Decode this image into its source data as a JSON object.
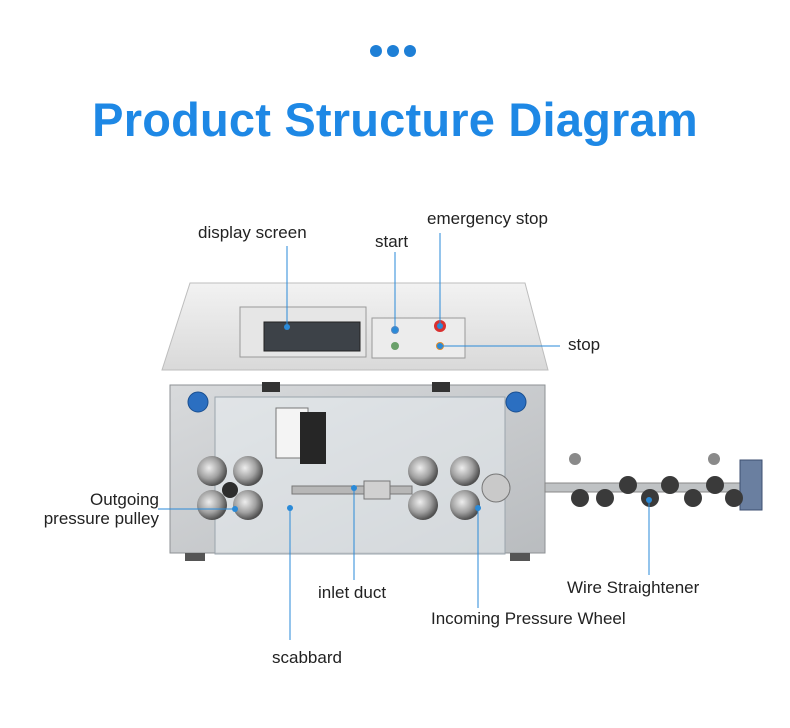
{
  "header": {
    "title": "Product Structure Diagram"
  },
  "labels": {
    "display_screen": "display screen",
    "start": "start",
    "emergency_stop": "emergency stop",
    "stop": "stop",
    "outgoing_line1": "Outgoing",
    "outgoing_line2": "pressure pulley",
    "inlet_duct": "inlet duct",
    "scabbard": "scabbard",
    "incoming_wheel": "Incoming Pressure Wheel",
    "wire_straightener": "Wire Straightener"
  },
  "colors": {
    "accent": "#1e88e5",
    "leader": "#2a8ad8"
  }
}
